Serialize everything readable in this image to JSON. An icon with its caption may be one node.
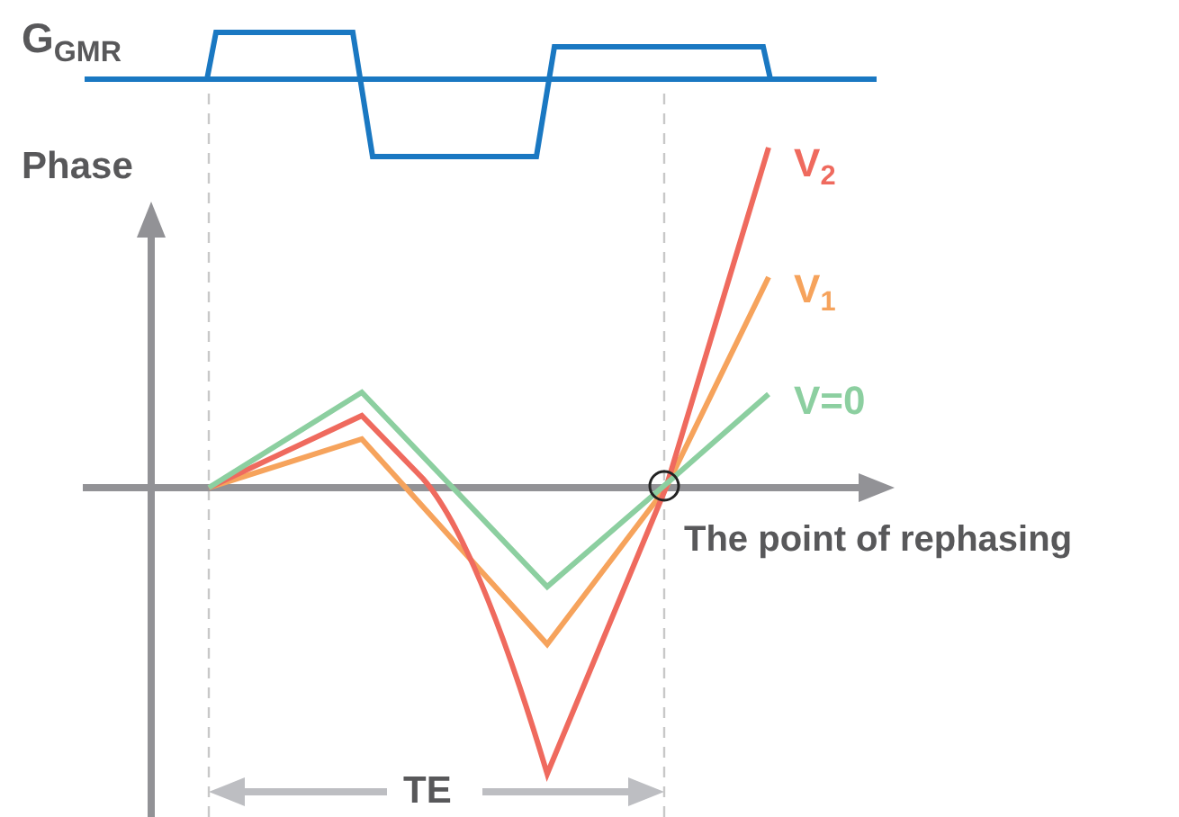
{
  "diagram": {
    "labels": [
      "G$_{GMR}$",
      "Phase",
      "V$_{2}$",
      "V$_{1}$",
      "V=0",
      "The point of rephasing",
      "TE"
    ]
  }
}
